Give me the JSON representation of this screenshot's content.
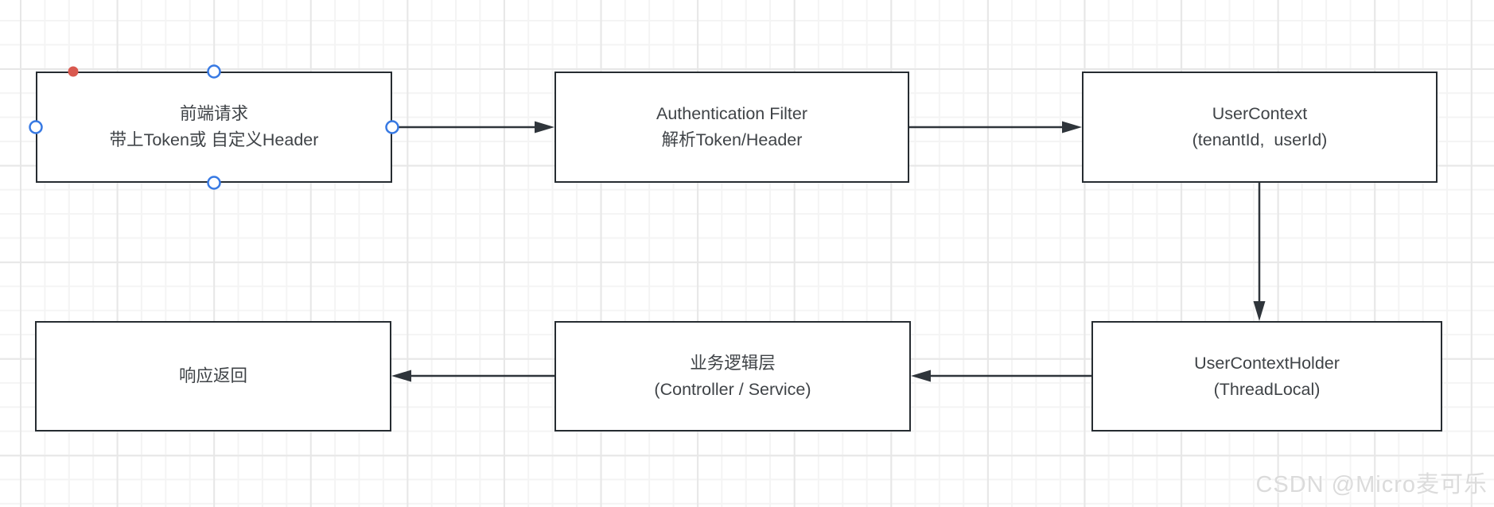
{
  "diagram": {
    "nodes": [
      {
        "id": "frontend-request",
        "line1": "前端请求",
        "line2": "带上Token或 自定义Header"
      },
      {
        "id": "authentication-filter",
        "line1": "Authentication Filter",
        "line2": "解析Token/Header"
      },
      {
        "id": "user-context",
        "line1": "UserContext",
        "line2": "(tenantId,  userId)"
      },
      {
        "id": "user-context-holder",
        "line1": "UserContextHolder",
        "line2": "(ThreadLocal)"
      },
      {
        "id": "business-logic-layer",
        "line1": "业务逻辑层",
        "line2": "(Controller / Service)"
      },
      {
        "id": "response-return",
        "line1": "响应返回",
        "line2": ""
      }
    ],
    "edges": [
      {
        "from": "frontend-request",
        "to": "authentication-filter",
        "direction": "right"
      },
      {
        "from": "authentication-filter",
        "to": "user-context",
        "direction": "right"
      },
      {
        "from": "user-context",
        "to": "user-context-holder",
        "direction": "down"
      },
      {
        "from": "user-context-holder",
        "to": "business-logic-layer",
        "direction": "left"
      },
      {
        "from": "business-logic-layer",
        "to": "response-return",
        "direction": "left"
      }
    ],
    "selection": {
      "selected_node": "frontend-request",
      "handle_color": "#3779e3",
      "endpoint_dot_color": "#d9594f"
    },
    "style": {
      "node_border_color": "#262c31",
      "node_fill_color": "#ffffff",
      "text_color": "#3f4347",
      "edge_color": "#2f353b",
      "grid_minor_color": "#f4f4f4",
      "grid_major_color": "#e7e7e7"
    }
  },
  "watermark": {
    "text": "CSDN @Micro麦可乐"
  }
}
